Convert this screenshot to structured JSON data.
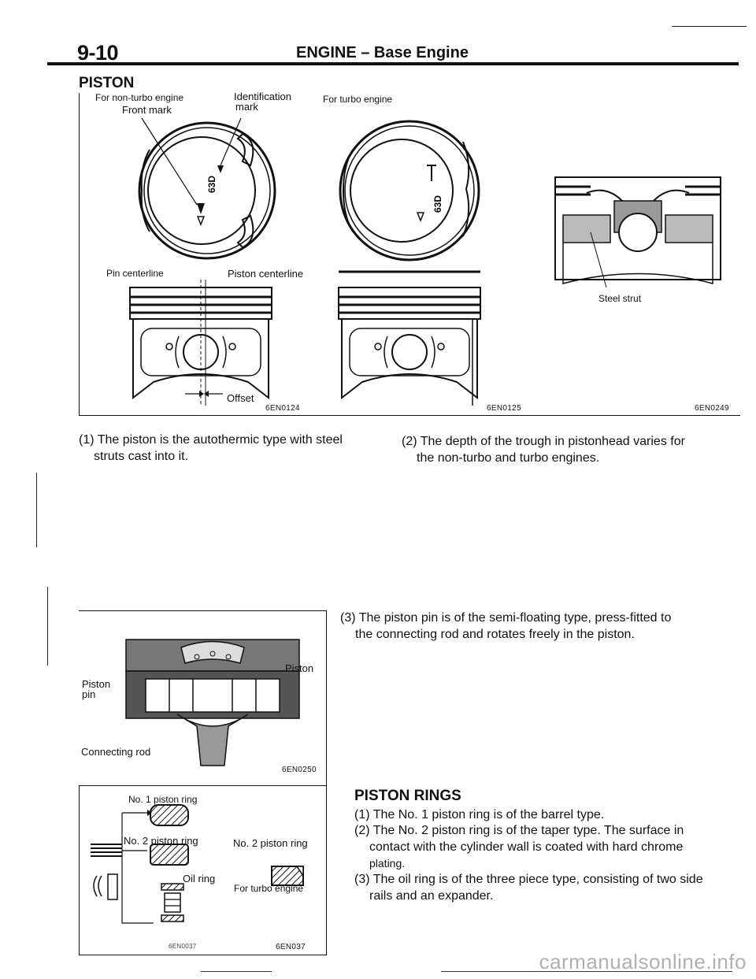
{
  "header": {
    "page_number": "9-10",
    "title": "ENGINE – Base Engine"
  },
  "piston_section": {
    "heading": "PISTON",
    "figure": {
      "label_non_turbo": "For non-turbo engine",
      "label_turbo": "For turbo engine",
      "label_front_mark": "Front mark",
      "label_identification_line1": "Identification",
      "label_identification_line2": "mark",
      "label_pin_centerline": "Pin centerline",
      "label_piston_centerline": "Piston centerline",
      "label_offset": "Offset",
      "label_steel_strut": "Steel strut",
      "stamp_mark": "63D",
      "code_a": "6EN0124",
      "code_b": "6EN0125",
      "code_c": "6EN0249"
    },
    "note_1_line1": "(1) The piston is the autothermic type with steel",
    "note_1_line2": "struts cast into it.",
    "note_2_line1": "(2) The depth of the trough in pistonhead varies for",
    "note_2_line2": "the non-turbo and turbo engines.",
    "note_3_line1": "(3) The piston pin is of the semi-floating type, press-fitted to",
    "note_3_line2": "the connecting rod and rotates freely in the piston."
  },
  "pin_figure": {
    "label_piston_pin_line1": "Piston",
    "label_piston_pin_line2": "pin",
    "label_piston": "Piston",
    "label_connecting_rod": "Connecting rod",
    "code": "6EN0250"
  },
  "ring_figure": {
    "label_no1": "No. 1 piston ring",
    "label_no2": "No. 2 piston ring",
    "label_no2_right": "No. 2 piston ring",
    "label_oil": "Oil ring",
    "label_turbo": "For turbo engine",
    "code_left": "6EN0037",
    "code_right": "6EN037"
  },
  "rings_section": {
    "heading": "PISTON RINGS",
    "item_1": "(1) The No. 1 piston ring is of the barrel type.",
    "item_2_line1": "(2) The No. 2 piston ring is of the taper type. The surface in",
    "item_2_line2": "contact with the cylinder wall is coated with hard chrome",
    "item_2_line3": "plating.",
    "item_3_line1": "(3) The oil ring is of the three piece type, consisting of two side",
    "item_3_line2": "rails and an expander."
  },
  "watermark": "carmanualsonline.info"
}
